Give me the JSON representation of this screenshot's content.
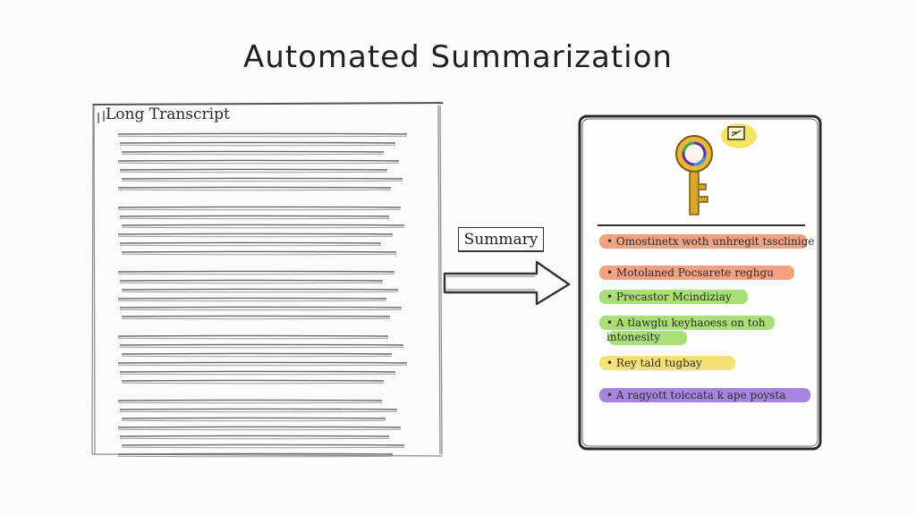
{
  "title": "Automated Summarization",
  "transcript": {
    "label": "Long Transcript"
  },
  "summary_label": "Summary",
  "summary_card": {
    "bullets": [
      {
        "text": "Omostinetx woth unhregit tssclinige",
        "color": "#f0825a"
      },
      {
        "text": "Motolaned Pocsarete reghgu",
        "color": "#f0825a"
      },
      {
        "text": "Precastor Mcindiziay",
        "color": "#8ed44c"
      },
      {
        "text": "A tlawglu keyhaoess on toh intonesity",
        "color": "#8ed44c"
      },
      {
        "text": "Rey tald tugbay",
        "color": "#f1d54a"
      },
      {
        "text": "A ragyott toiccata k ape poysta",
        "color": "#8a5cd6"
      }
    ]
  },
  "colors": {
    "ink": "#2e2e2e",
    "key_gold": "#d9a52a",
    "key_ring": "#6b3fb5",
    "bulb_yellow": "#f3e04a"
  },
  "icons": [
    "key-icon",
    "bulb-icon",
    "arrow-icon"
  ]
}
